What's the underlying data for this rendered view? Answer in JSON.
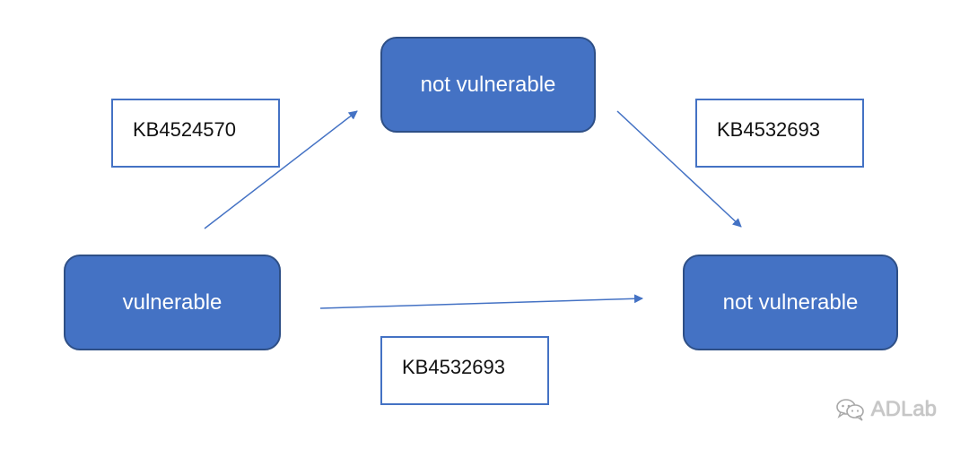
{
  "nodes": {
    "top": "not vulnerable",
    "left": "vulnerable",
    "right": "not vulnerable"
  },
  "labels": {
    "top_left": "KB4524570",
    "top_right": "KB4532693",
    "bottom": "KB4532693"
  },
  "watermark": {
    "text": "ADLab"
  },
  "colors": {
    "node_fill": "#4472c4",
    "node_border": "#2e4f86",
    "arrow": "#4472c4",
    "label_border": "#4472c4"
  }
}
